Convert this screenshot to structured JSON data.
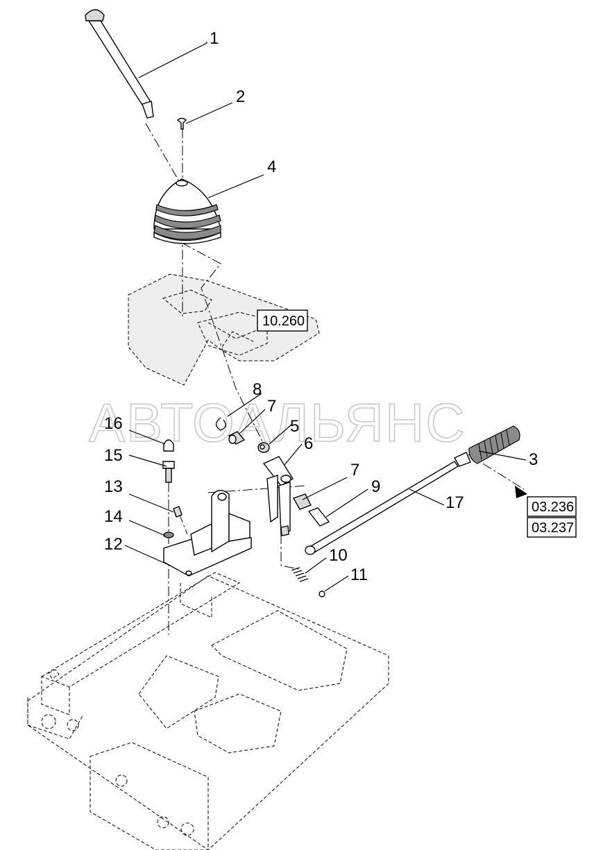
{
  "watermark": "АВТОАЛЬЯНС",
  "references": {
    "console": "10.260",
    "link_a": "03.236",
    "link_b": "03.237"
  },
  "callouts": [
    {
      "id": "c1",
      "label": "1"
    },
    {
      "id": "c2",
      "label": "2"
    },
    {
      "id": "c3",
      "label": "3"
    },
    {
      "id": "c4",
      "label": "4"
    },
    {
      "id": "c5",
      "label": "5"
    },
    {
      "id": "c6",
      "label": "6"
    },
    {
      "id": "c7a",
      "label": "7"
    },
    {
      "id": "c7b",
      "label": "7"
    },
    {
      "id": "c8",
      "label": "8"
    },
    {
      "id": "c9",
      "label": "9"
    },
    {
      "id": "c10",
      "label": "10"
    },
    {
      "id": "c11",
      "label": "11"
    },
    {
      "id": "c12",
      "label": "12"
    },
    {
      "id": "c13",
      "label": "13"
    },
    {
      "id": "c14",
      "label": "14"
    },
    {
      "id": "c15",
      "label": "15"
    },
    {
      "id": "c16",
      "label": "16"
    },
    {
      "id": "c17",
      "label": "17"
    }
  ]
}
